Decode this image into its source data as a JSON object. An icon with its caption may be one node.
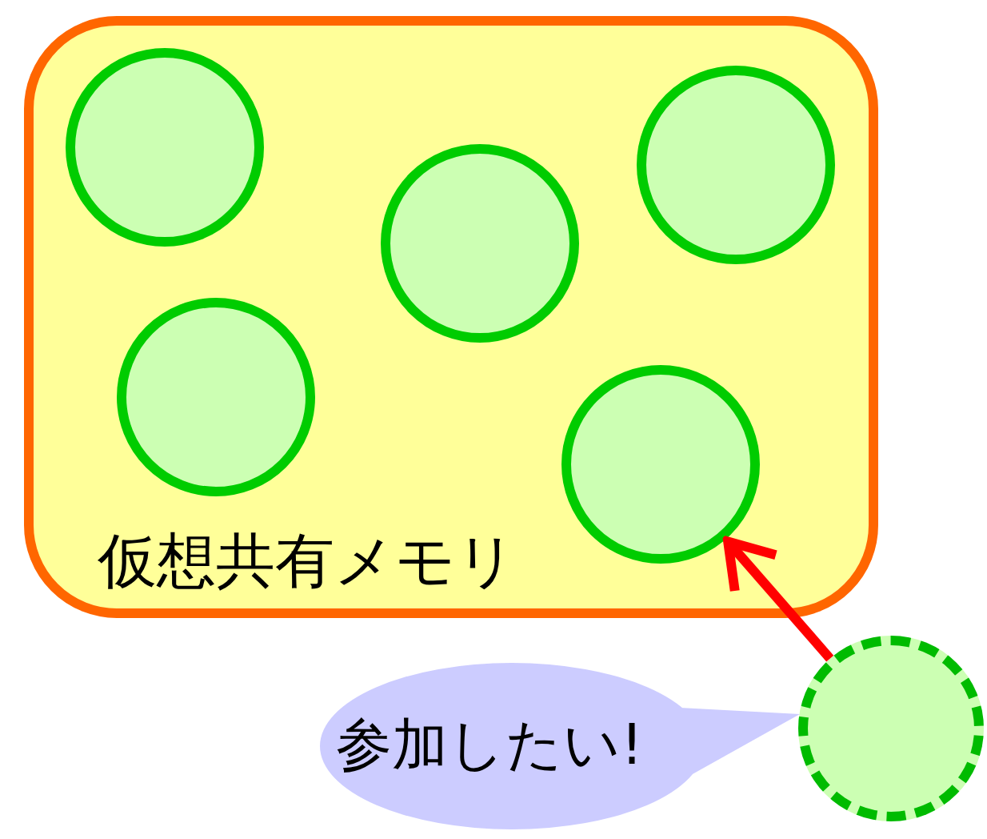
{
  "diagram": {
    "nodes": [
      {
        "text": [
          "仮想共有メモリ"
        ]
      },
      {
        "text": [],
        "shape": "circle",
        "in": 0
      },
      {
        "text": [],
        "shape": "circle",
        "in": 0
      },
      {
        "text": [],
        "shape": "circle",
        "in": 0
      },
      {
        "text": [],
        "shape": "circle",
        "in": 0
      },
      {
        "text": [],
        "shape": "circle",
        "in": 0
      },
      {
        "text": [],
        "shape": "circle"
      },
      {
        "text": [
          "参加したい!"
        ]
      }
    ],
    "edges": [
      {
        "from": 6,
        "to": 4,
        "arrow": "to",
        "color": "#ff0000"
      }
    ]
  }
}
